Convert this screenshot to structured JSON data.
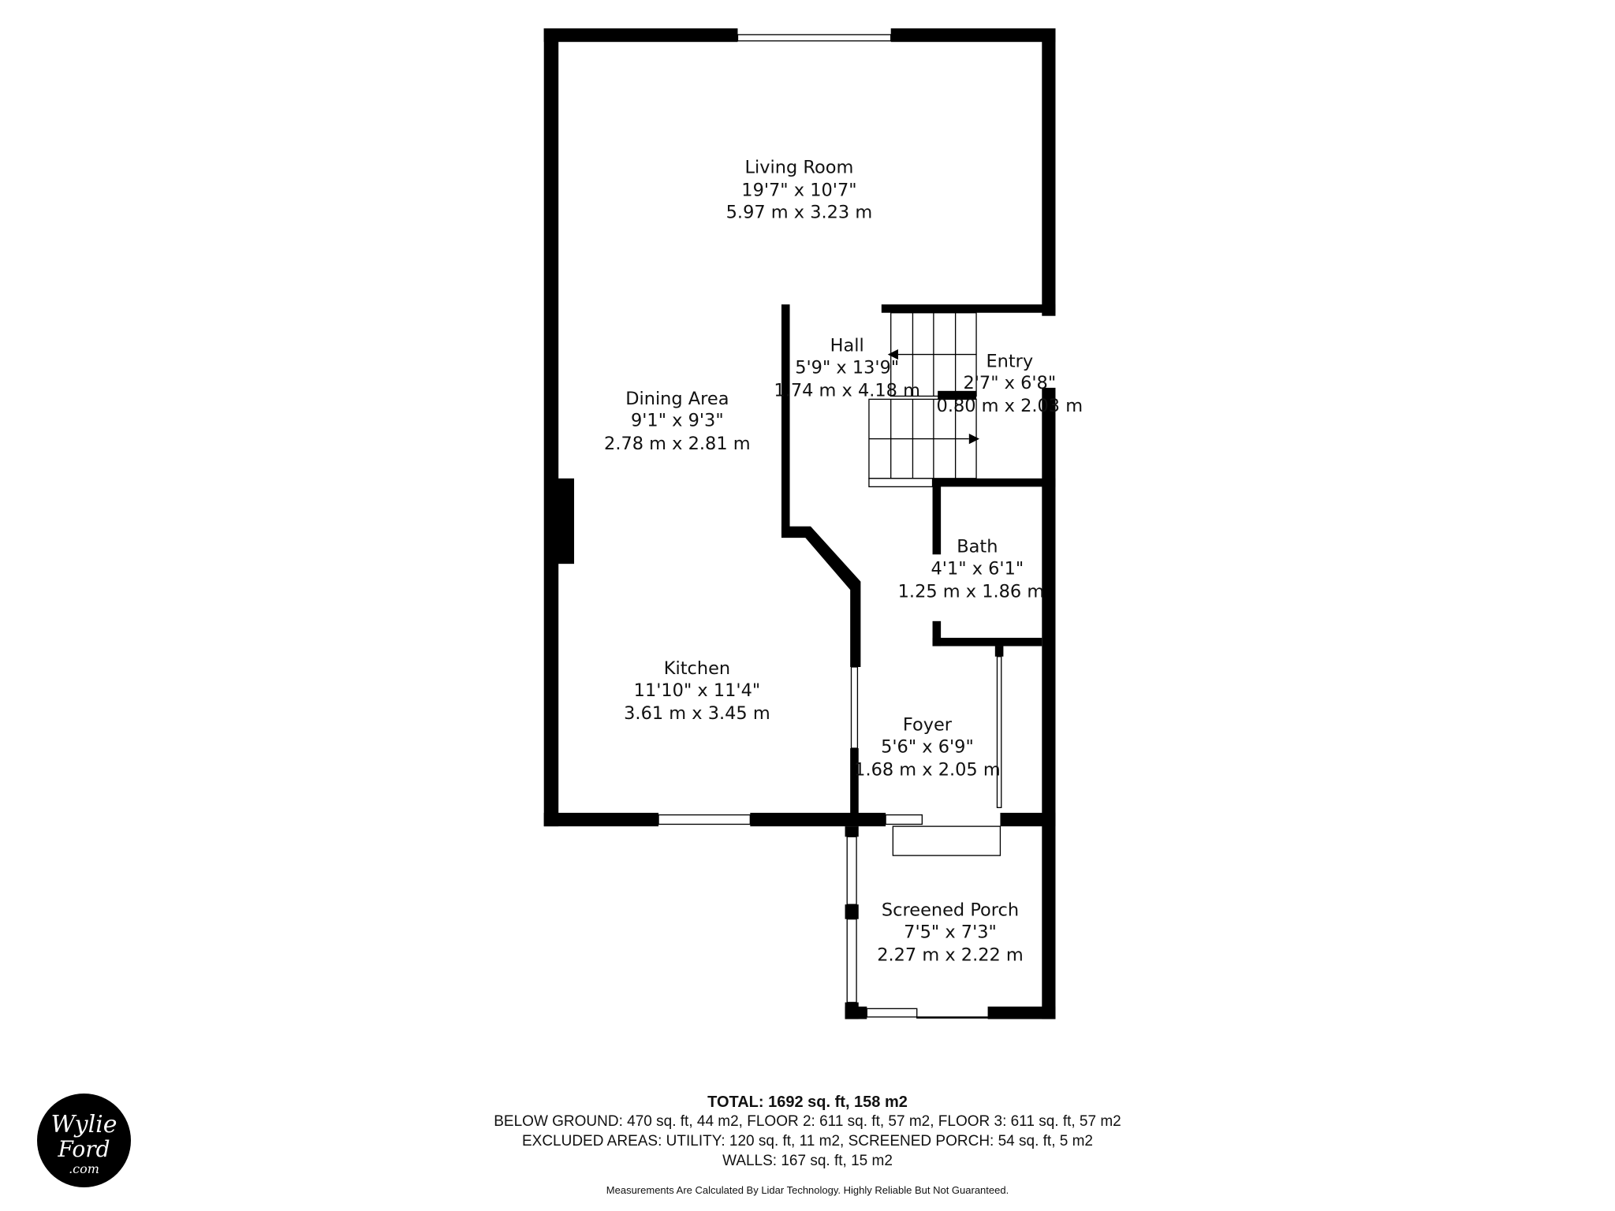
{
  "rooms": [
    {
      "name": "Living Room",
      "imperial": "19'7\" x 10'7\"",
      "metric": "5.97 m x 3.23 m"
    },
    {
      "name": "Hall",
      "imperial": "5'9\" x 13'9\"",
      "metric": "1.74 m x 4.18 m"
    },
    {
      "name": "Entry",
      "imperial": "2'7\" x 6'8\"",
      "metric": "0.80 m x 2.03 m"
    },
    {
      "name": "Dining Area",
      "imperial": "9'1\" x 9'3\"",
      "metric": "2.78 m x 2.81 m"
    },
    {
      "name": "Bath",
      "imperial": "4'1\" x 6'1\"",
      "metric": "1.25 m x 1.86 m"
    },
    {
      "name": "Kitchen",
      "imperial": "11'10\" x 11'4\"",
      "metric": "3.61 m x 3.45 m"
    },
    {
      "name": "Foyer",
      "imperial": "5'6\" x 6'9\"",
      "metric": "1.68 m x 2.05 m"
    },
    {
      "name": "Screened Porch",
      "imperial": "7'5\" x 7'3\"",
      "metric": "2.27 m x 2.22 m"
    }
  ],
  "summary": {
    "total": "TOTAL: 1692 sq. ft, 158 m2",
    "floors": "BELOW GROUND: 470 sq. ft, 44 m2, FLOOR 2: 611 sq. ft, 57 m2, FLOOR 3: 611 sq. ft, 57 m2",
    "excluded": "EXCLUDED AREAS: UTILITY: 120 sq. ft, 11 m2, SCREENED PORCH: 54 sq. ft, 5 m2",
    "walls": "WALLS: 167 sq. ft, 15 m2",
    "note": "Measurements Are Calculated By Lidar Technology. Highly Reliable But Not Guaranteed."
  },
  "logo": {
    "line1": "Wylie",
    "line2": "Ford",
    "line3": ".com"
  }
}
